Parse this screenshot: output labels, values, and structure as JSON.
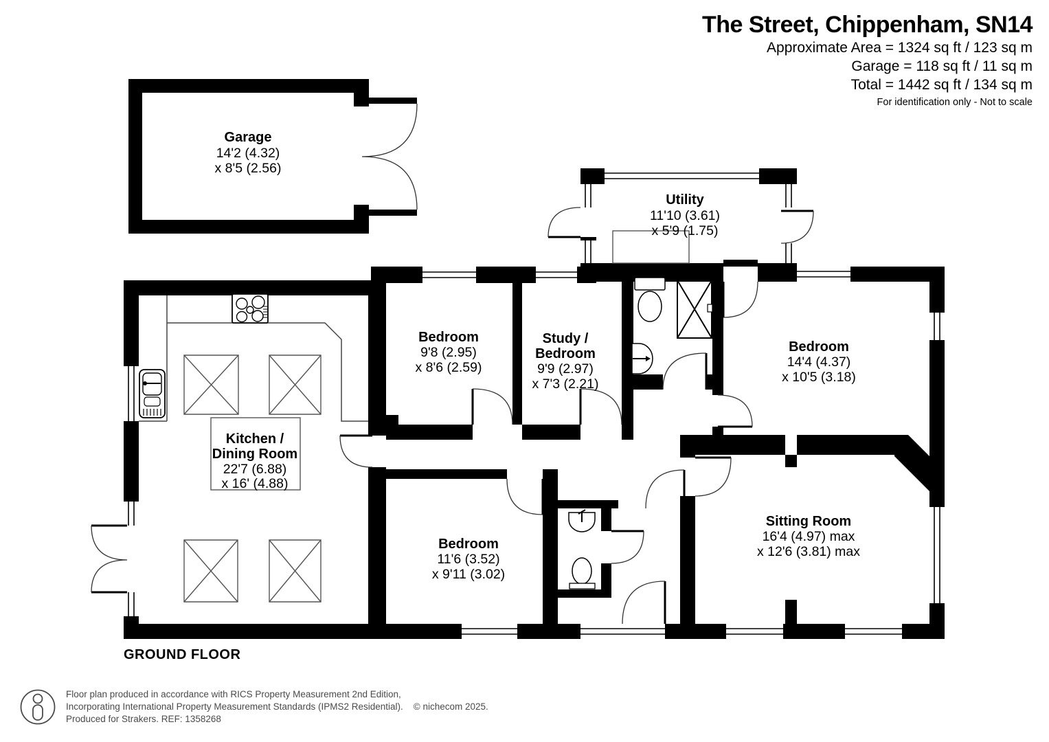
{
  "header": {
    "title": "The Street, Chippenham, SN14",
    "area_line1": "Approximate Area = 1324  sq ft / 123 sq m",
    "area_line2": "Garage = 118 sq ft / 11 sq m",
    "area_line3": "Total = 1442 sq ft / 134 sq m",
    "disclaimer": "For identification only - Not to scale"
  },
  "floor_label": "GROUND FLOOR",
  "rooms": {
    "garage": {
      "name": "Garage",
      "dim1": "14'2 (4.32)",
      "dim2": "x 8'5 (2.56)"
    },
    "utility": {
      "name": "Utility",
      "dim1": "11'10 (3.61)",
      "dim2": "x 5'9 (1.75)"
    },
    "bedroom1": {
      "name": "Bedroom",
      "dim1": "9'8 (2.95)",
      "dim2": "x 8'6 (2.59)"
    },
    "study": {
      "name1": "Study /",
      "name2": "Bedroom",
      "dim1": "9'9 (2.97)",
      "dim2": "x 7'3 (2.21)"
    },
    "bedroom2": {
      "name": "Bedroom",
      "dim1": "14'4 (4.37)",
      "dim2": "x 10'5 (3.18)"
    },
    "kitchen": {
      "name1": "Kitchen /",
      "name2": "Dining Room",
      "dim1": "22'7 (6.88)",
      "dim2": "x 16' (4.88)"
    },
    "bedroom3": {
      "name": "Bedroom",
      "dim1": "11'6 (3.52)",
      "dim2": "x 9'11 (3.02)"
    },
    "sitting": {
      "name": "Sitting Room",
      "dim1": "16'4 (4.97) max",
      "dim2": "x 12'6 (3.81) max"
    }
  },
  "footer": {
    "icon": "person-icon",
    "line1": "Floor plan produced in accordance with RICS Property Measurement 2nd Edition,",
    "line2": "Incorporating International Property Measurement Standards (IPMS2 Residential).",
    "copyright": "© nichecom 2025.",
    "line3": "Produced for Strakers.   REF: 1358268"
  },
  "colors": {
    "wall": "#000000",
    "thin_line": "#1a1a1a",
    "footer_text": "#4a4a4a",
    "background": "#ffffff"
  }
}
